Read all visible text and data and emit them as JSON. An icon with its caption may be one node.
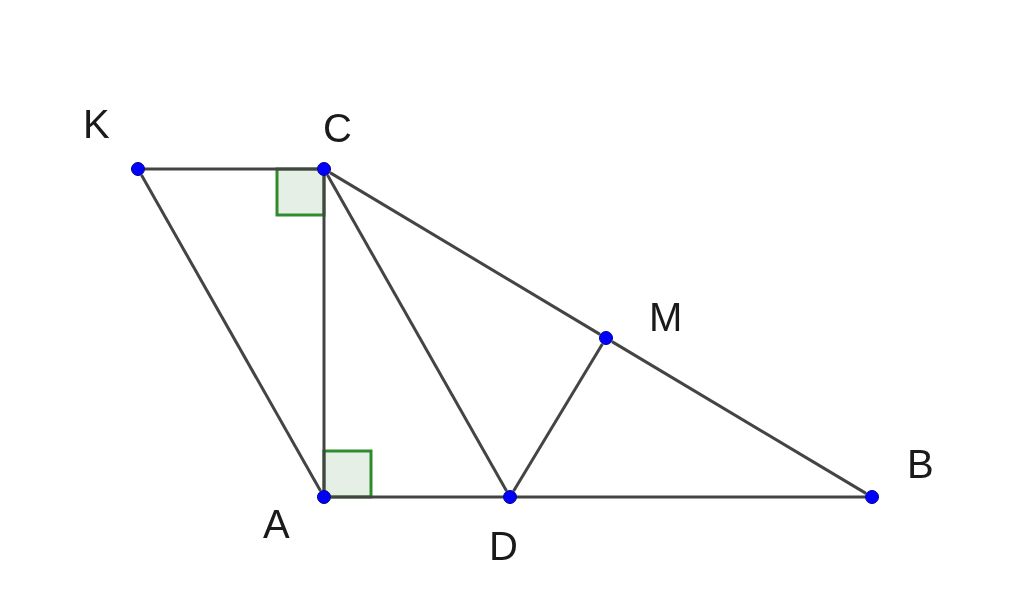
{
  "diagram": {
    "nodes": [
      {
        "text": [
          "K"
        ]
      },
      {
        "text": [
          "C"
        ]
      },
      {
        "text": [
          "M"
        ]
      },
      {
        "text": [
          "A"
        ]
      },
      {
        "text": [
          "D"
        ]
      },
      {
        "text": [
          "B"
        ]
      }
    ],
    "edges": [
      {
        "from": 0,
        "to": 1,
        "arrow": "none"
      },
      {
        "from": 0,
        "to": 3,
        "arrow": "none"
      },
      {
        "from": 1,
        "to": 3,
        "arrow": "none"
      },
      {
        "from": 1,
        "to": 4,
        "arrow": "none"
      },
      {
        "from": 1,
        "to": 2,
        "arrow": "none"
      },
      {
        "from": 2,
        "to": 5,
        "arrow": "none"
      },
      {
        "from": 3,
        "to": 4,
        "arrow": "none"
      },
      {
        "from": 4,
        "to": 5,
        "arrow": "none"
      },
      {
        "from": 4,
        "to": 2,
        "arrow": "none"
      }
    ]
  }
}
